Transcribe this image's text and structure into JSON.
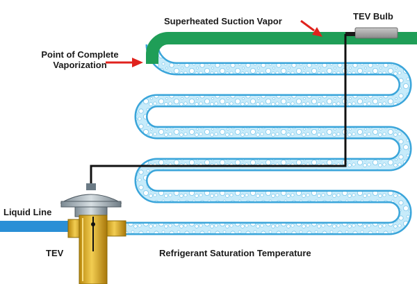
{
  "labels": {
    "superheated_suction_vapor": "Superheated Suction Vapor",
    "tev_bulb": "TEV Bulb",
    "point_of_complete_vaporization": "Point of Complete Vaporization",
    "liquid_line": "Liquid Line",
    "tev": "TEV",
    "refrigerant_saturation_temperature": "Refrigerant Saturation Temperature"
  },
  "colors": {
    "vapor_green": "#1f9e57",
    "liquid_blue": "#2a8fd6",
    "coil_light": "#bfe6f7",
    "coil_outline": "#4fb3e3",
    "capillary": "#111111",
    "arrow_red": "#e0221d",
    "valve_gold": "#d9a81d",
    "bulb_gray": "#9a9a9a"
  },
  "icons": {
    "valve": "tev-valve-icon",
    "bulb": "tev-bulb-icon",
    "arrows": "red-arrow-icon"
  }
}
